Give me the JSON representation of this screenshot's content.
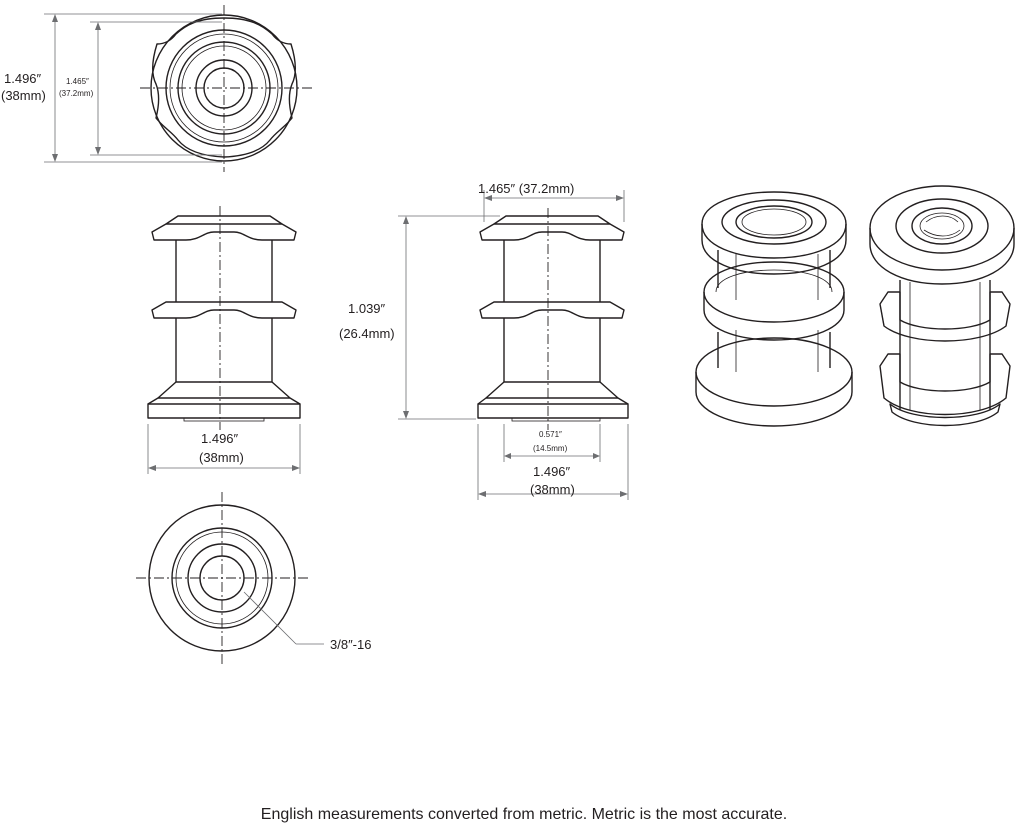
{
  "dimensions": {
    "top_outer_in": "1.496″",
    "top_outer_mm": "(38mm)",
    "top_inner_in": "1.465″",
    "top_inner_mm": "(37.2mm)",
    "front_base_in": "1.496″",
    "front_base_mm": "(38mm)",
    "side_top": "1.465″ (37.2mm)",
    "side_height_in": "1.039″",
    "side_height_mm": "(26.4mm)",
    "side_bore_in": "0.571″",
    "side_bore_mm": "(14.5mm)",
    "side_base_in": "1.496″",
    "side_base_mm": "(38mm)",
    "thread": "3/8″-16"
  },
  "footer_note": "English measurements converted from metric. Metric is the most accurate."
}
